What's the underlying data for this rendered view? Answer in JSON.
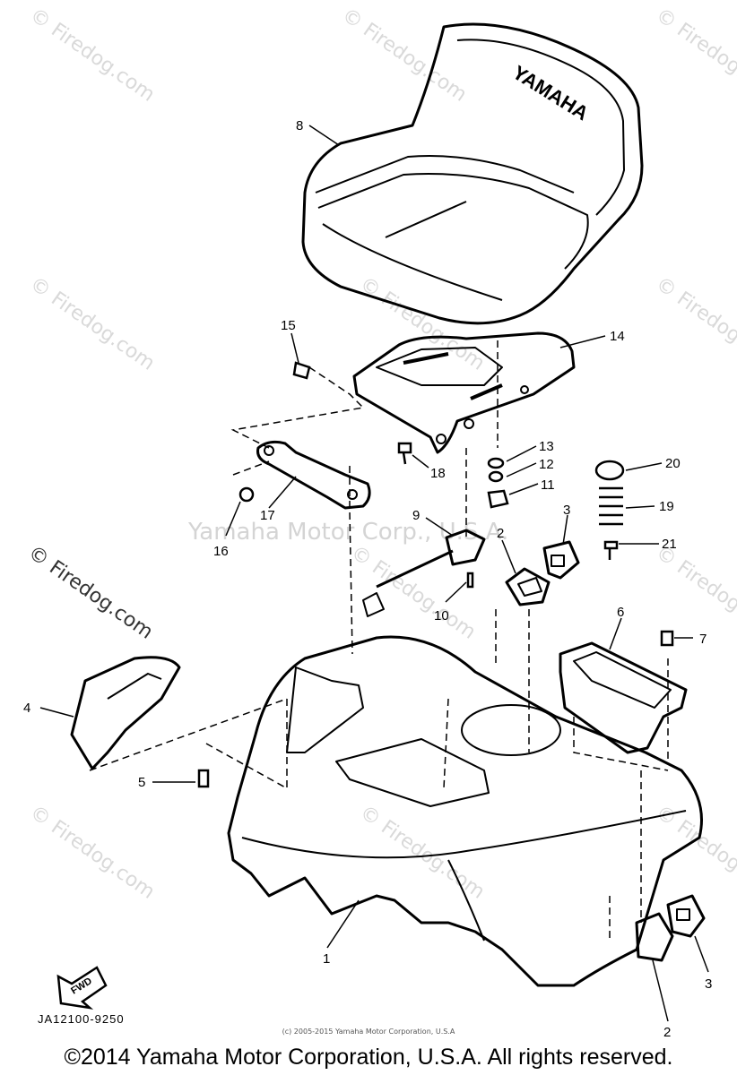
{
  "watermarks": {
    "site": "© Firedog.com",
    "center": "Yamaha Motor Corp., U.S.A."
  },
  "seat_brand": "YAMAHA",
  "direction_marker": "FWD",
  "reference_code": "JA12100-9250",
  "copyright_small": "(c) 2005-2015 Yamaha Motor Corporation, U.S.A",
  "copyright_main": "©2014 Yamaha Motor Corporation, U.S.A. All rights reserved.",
  "callouts": {
    "p1": "1",
    "p2a": "2",
    "p2b": "2",
    "p3a": "3",
    "p3b": "3",
    "p4": "4",
    "p5": "5",
    "p6": "6",
    "p7": "7",
    "p8": "8",
    "p9": "9",
    "p10": "10",
    "p11": "11",
    "p12": "12",
    "p13": "13",
    "p14": "14",
    "p15": "15",
    "p16": "16",
    "p17": "17",
    "p18": "18",
    "p19": "19",
    "p20": "20",
    "p21": "21"
  }
}
